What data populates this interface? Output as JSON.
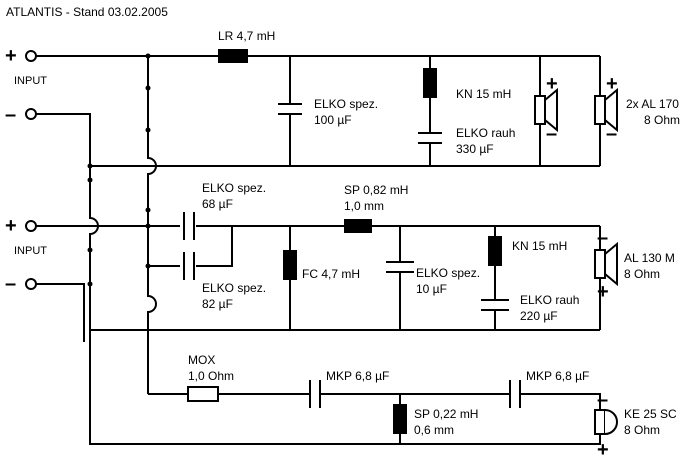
{
  "title": "ATLANTIS  -  Stand 03.02.2005",
  "inputs": [
    {
      "label": "INPUT",
      "plus": "+",
      "minus": "–"
    },
    {
      "label": "INPUT",
      "plus": "+",
      "minus": "–"
    }
  ],
  "components": {
    "lr": {
      "line1": "LR 4,7 mH"
    },
    "elko1": {
      "line1": "ELKO spez.",
      "line2": "100 µF"
    },
    "kn1": {
      "line1": "KN 15 mH"
    },
    "elko_rauh1": {
      "line1": "ELKO rauh",
      "line2": "330 µF"
    },
    "spk1": {
      "line1": "2x AL 170",
      "line2": "8 Ohm",
      "plus": "+",
      "minus": "–"
    },
    "elko68": {
      "line1": "ELKO spez.",
      "line2": "68 µF"
    },
    "elko82": {
      "line1": "ELKO spez.",
      "line2": "82 µF"
    },
    "sp082": {
      "line1": "SP 0,82 mH",
      "line2": "1,0 mm"
    },
    "fc": {
      "line1": "FC 4,7 mH"
    },
    "elko10": {
      "line1": "ELKO spez.",
      "line2": "10 µF"
    },
    "kn2": {
      "line1": "KN 15 mH"
    },
    "elko_rauh2": {
      "line1": "ELKO rauh",
      "line2": "220 µF"
    },
    "spk2": {
      "line1": "AL 130 M",
      "line2": "8 Ohm",
      "plus": "+",
      "minus": "–"
    },
    "mox": {
      "line1": "MOX",
      "line2": "1,0 Ohm"
    },
    "mkp1": {
      "line1": "MKP 6,8 µF"
    },
    "mkp2": {
      "line1": "MKP 6,8 µF"
    },
    "sp022": {
      "line1": "SP 0,22 mH",
      "line2": "0,6 mm"
    },
    "spk3": {
      "line1": "KE 25 SC",
      "line2": "8 Ohm",
      "plus": "+",
      "minus": "–"
    }
  }
}
